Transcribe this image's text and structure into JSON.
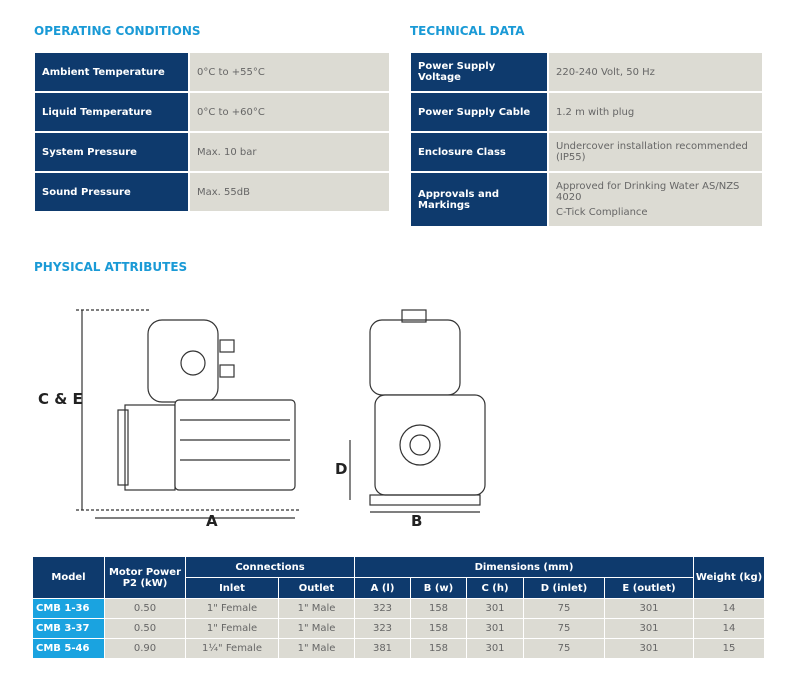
{
  "operating": {
    "title": "OPERATING CONDITIONS",
    "rows": [
      {
        "label": "Ambient Temperature",
        "value": "0°C to +55°C"
      },
      {
        "label": "Liquid Temperature",
        "value": "0°C to +60°C"
      },
      {
        "label": "System Pressure",
        "value": "Max. 10 bar"
      },
      {
        "label": "Sound Pressure",
        "value": "Max. 55dB"
      }
    ]
  },
  "technical": {
    "title": "TECHNICAL DATA",
    "rows": [
      {
        "label": "Power Supply Voltage",
        "value": "220-240 Volt, 50 Hz"
      },
      {
        "label": "Power Supply Cable",
        "value": "1.2 m with plug"
      },
      {
        "label": "Enclosure Class",
        "value": "Undercover installation recommended (IP55)"
      },
      {
        "label": "Approvals and Markings",
        "value": "Approved for Drinking Water AS/NZS 4020",
        "value2": "C-Tick Compliance"
      }
    ]
  },
  "physical": {
    "title": "PHYSICAL ATTRIBUTES",
    "labels": {
      "ce": "C & E",
      "a": "A",
      "b": "B",
      "d": "D"
    }
  },
  "dimensions": {
    "headers": {
      "model": "Model",
      "motor": "Motor Power P2 (kW)",
      "connections": "Connections",
      "dims": "Dimensions (mm)",
      "weight": "Weight (kg)",
      "sub": [
        "Inlet",
        "Outlet",
        "A (l)",
        "B (w)",
        "C (h)",
        "D (inlet)",
        "E (outlet)"
      ]
    },
    "rows": [
      [
        "CMB 1-36",
        "0.50",
        "1\" Female",
        "1\" Male",
        "323",
        "158",
        "301",
        "75",
        "301",
        "14"
      ],
      [
        "CMB 3-37",
        "0.50",
        "1\" Female",
        "1\" Male",
        "323",
        "158",
        "301",
        "75",
        "301",
        "14"
      ],
      [
        "CMB 5-46",
        "0.90",
        "1¼\" Female",
        "1\" Male",
        "381",
        "158",
        "301",
        "75",
        "301",
        "15"
      ]
    ]
  }
}
